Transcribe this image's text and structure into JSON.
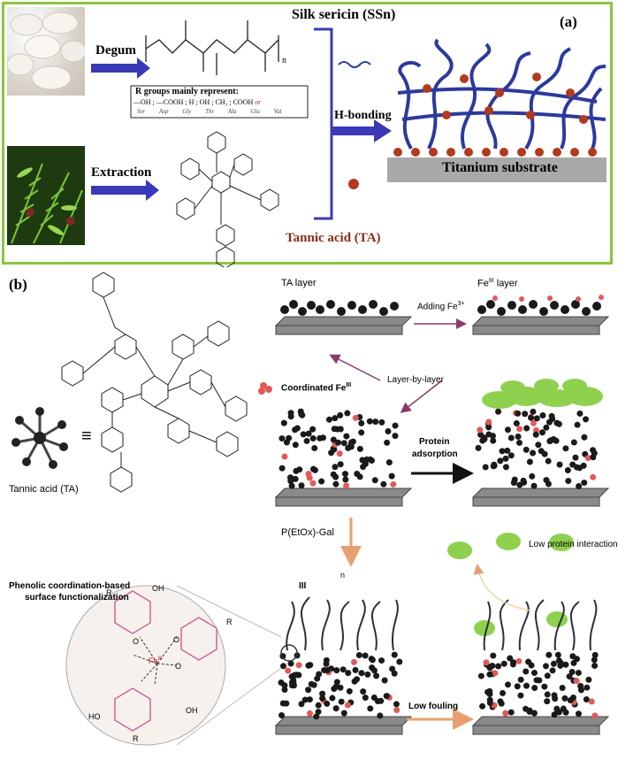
{
  "panel_a": {
    "label": "(a)",
    "degum": "Degum",
    "extraction": "Extraction",
    "silk_sericin": "Silk sericin (SSn)",
    "tannic_acid": "Tannic acid (TA)",
    "h_bonding": "H-bonding",
    "substrate": "Titanium substrate",
    "r_groups_title": "R groups mainly represent:",
    "r_group_formulas": [
      "—OH ;",
      "—COOH ;",
      "H ;",
      "OH ;",
      "CH₃ ;",
      "COOH",
      "or"
    ],
    "amino_acids": [
      "Ser",
      "Asp",
      "Gly",
      "Thr",
      "Ala",
      "Glu",
      "Val"
    ],
    "subscript_n": "n",
    "colors": {
      "border": "#8bc53f",
      "arrow": "#3a3ab8",
      "bracket": "#3a3ab8",
      "chain": "#2c3a9e",
      "dot": "#b23a1e",
      "substrate": "#a9a9a9",
      "ta_label": "#8b2b1a"
    }
  },
  "panel_b": {
    "label": "(b)",
    "ta_name": "Tannic acid (TA)",
    "equiv": "≡",
    "ta_layer": "TA layer",
    "fe_layer": "Fe",
    "fe_layer_sup": "III",
    "fe_layer_suffix": " layer",
    "adding_fe": "Adding Fe",
    "adding_fe_sup": "3+",
    "coordinated": "Coordinated Fe",
    "coordinated_sup": "III",
    "layer_by_layer": "Layer-by-layer",
    "protein": "Protein",
    "adsorption": "adsorption",
    "polymer": "P(EtOx)-Gal",
    "phenolic_1": "Phenolic coordination-based",
    "phenolic_2": "surface functionalization",
    "low_protein": "Low protein interaction",
    "low_fouling": "Low fouling",
    "roman": "III",
    "fe_center": "Fe",
    "fe_center_sup": "III",
    "oh": "OH",
    "ho": "HO",
    "r": "R",
    "o": "O",
    "n": "n",
    "colors": {
      "ball": "#1a1a1a",
      "fe": "#e05a5a",
      "protein": "#8fd14f",
      "slab": "#8a8a8a",
      "arrow_purple": "#8a3a6a",
      "arrow_orange": "#e8a070",
      "ring": "#cc6699"
    }
  }
}
